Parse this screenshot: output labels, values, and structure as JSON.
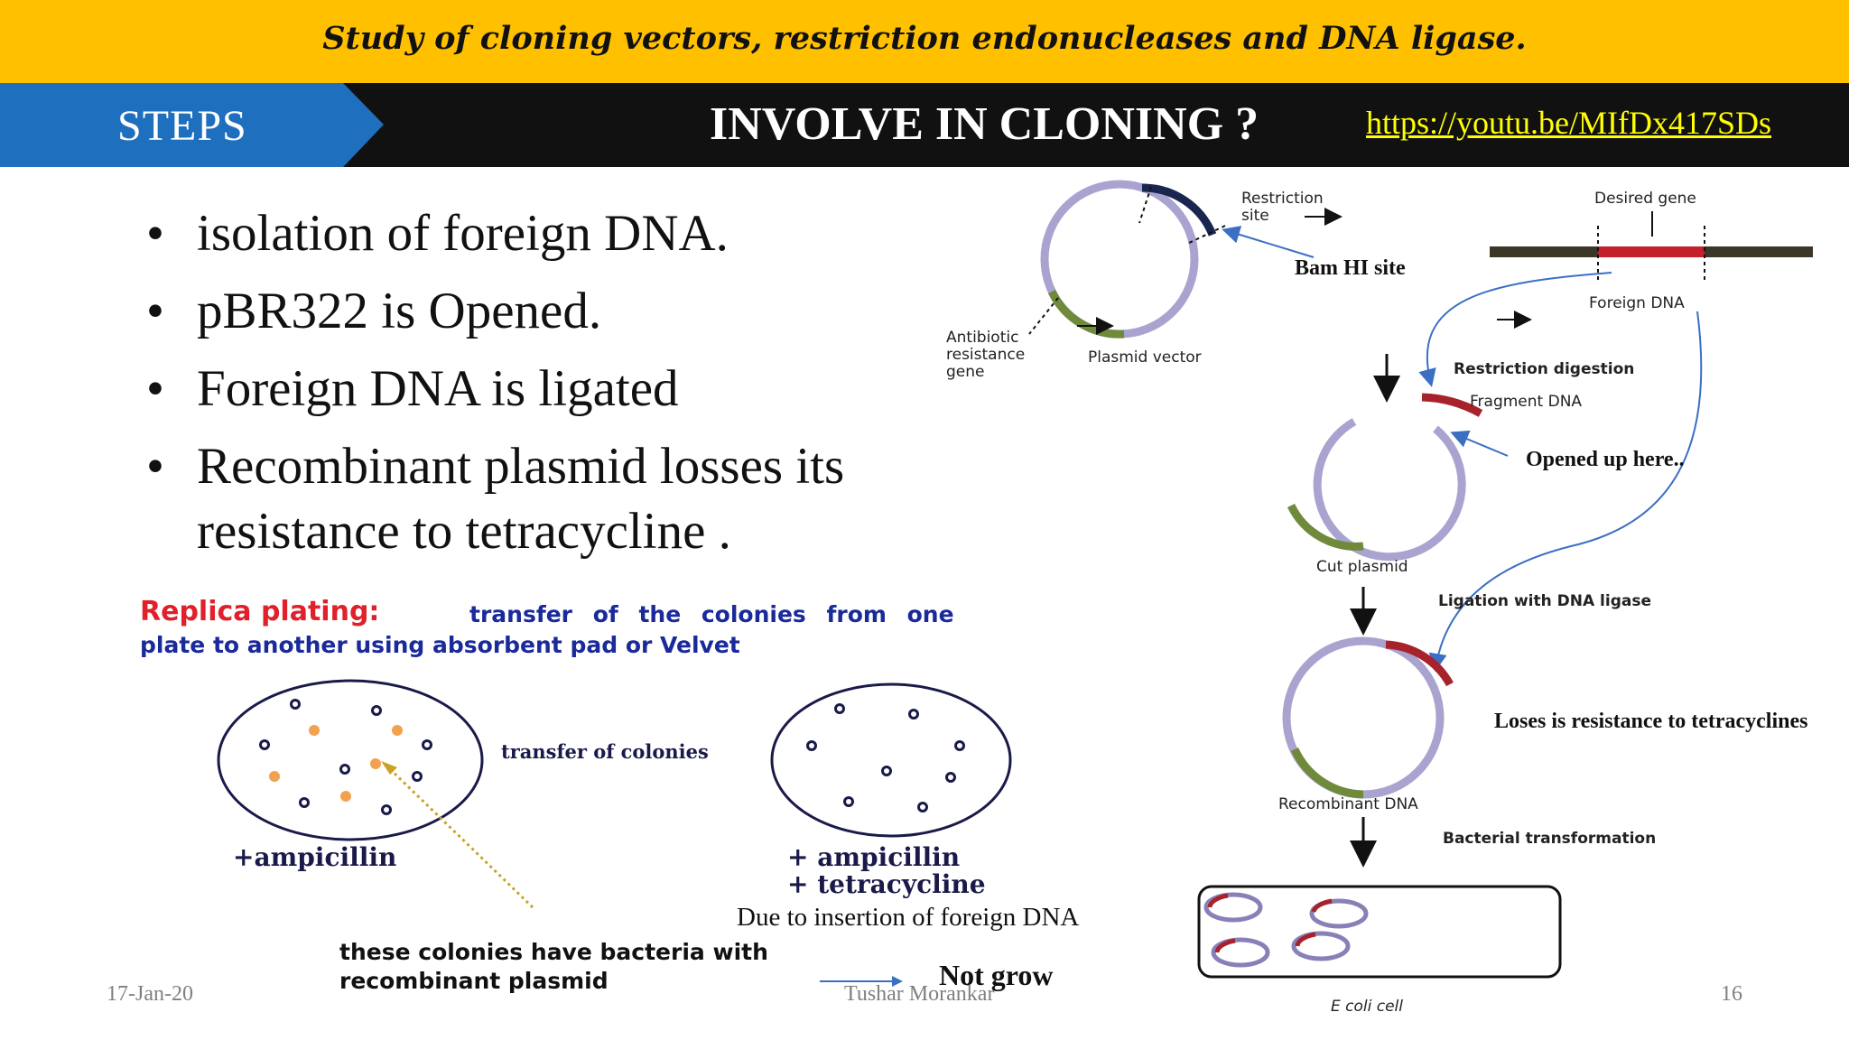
{
  "slide": {
    "top_title": "Study of cloning vectors, restriction endonucleases and DNA ligase.",
    "header_left": "STEPS",
    "header_main": "INVOLVE IN CLONING ?",
    "video_link": "https://youtu.be/MIfDx417SDs",
    "bullets": [
      "isolation of foreign DNA.",
      "pBR322 is Opened.",
      "Foreign DNA is ligated",
      "Recombinant plasmid losses its resistance to tetracycline ."
    ],
    "colors": {
      "top_bar": "#ffc000",
      "header_bar": "#111111",
      "steps_arrow": "#1f6fbf",
      "link": "#ffff00"
    }
  },
  "replica": {
    "title": "Replica plating:",
    "desc_line1": "transfer of the colonies from one",
    "desc_line2": "plate to another using absorbent pad or Velvet",
    "transfer_label": "transfer of colonies",
    "plate1_label": "+ampicillin",
    "plate2_label1": "+ ampicillin",
    "plate2_label2": "+ tetracycline",
    "insertion_note": "Due to insertion of foreign DNA",
    "colonies_note1": "these colonies have bacteria with",
    "colonies_note2": "recombinant plasmid",
    "not_grow": "Not grow"
  },
  "diagram": {
    "restriction_site": "Restriction site",
    "bamhi": "Bam HI site",
    "desired_gene": "Desired gene",
    "foreign_dna": "Foreign DNA",
    "antibiotic_gene": "Antibiotic resistance gene",
    "plasmid_vector": "Plasmid vector",
    "restriction_digestion": "Restriction digestion",
    "fragment_dna": "Fragment DNA",
    "opened_up": "Opened up here..",
    "cut_plasmid": "Cut plasmid",
    "ligation": "Ligation with DNA ligase",
    "loses_resistance": "Loses is resistance to tetracyclines",
    "recombinant_dna": "Recombinant DNA",
    "bacterial_transformation": "Bacterial transformation",
    "ecoli": "E coli cell"
  },
  "footer": {
    "date": "17-Jan-20",
    "author": "Tushar Morankar",
    "page": "16"
  }
}
